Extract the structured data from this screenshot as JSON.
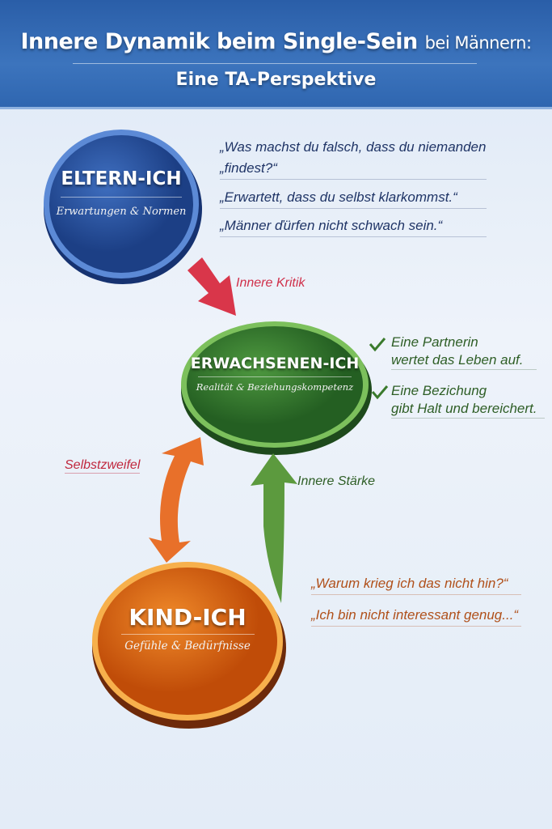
{
  "title": {
    "line1_bold": "Innere Dynamik beim Single-Sein",
    "line1_rest": "bei Männern:",
    "line2": "Eine TA-Perspektive"
  },
  "nodes": {
    "parent": {
      "title": "ELTERN-ICH",
      "subtitle": "Erwartungen & Normen",
      "color": "#2c56a6"
    },
    "adult": {
      "title": "ERWACHSENEN-ICH",
      "subtitle": "Realität & Beziehungskompetenz",
      "color": "#3f8a35"
    },
    "child": {
      "title": "KIND-ICH",
      "subtitle": "Gefühle & Bedürfnisse",
      "color": "#e06a12"
    }
  },
  "parent_quotes": [
    "„Was machst du falsch, dass du niemanden",
    "„findest?“",
    "„Erwartett, dass du selbst klarkommst.“",
    "„Männer ďürfen nicht schwach sein.“"
  ],
  "adult_points": [
    {
      "line1": "Eine Partnerin",
      "line2": "wertet das Leben auf."
    },
    {
      "line1": "Eine Bezichung",
      "line2": "gibt Halt und bereichert."
    }
  ],
  "child_quotes": [
    "„Warum krieg ich das nicht hin?“",
    "„Ich bin nicht interessant genug...“"
  ],
  "arrows": {
    "inner_critic": "Innere Kritik",
    "self_doubt": "Selbstzweifel",
    "inner_strength": "Innere Stärke"
  }
}
